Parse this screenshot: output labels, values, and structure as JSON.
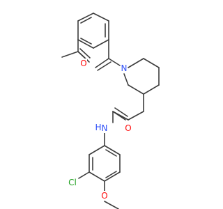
{
  "molecule": {
    "atoms": [
      {
        "id": "o1",
        "label": "O",
        "color": "#ff0d0d"
      },
      {
        "id": "n1",
        "label": "N",
        "color": "#3050f8"
      },
      {
        "id": "o2",
        "label": "O",
        "color": "#ff0d0d"
      },
      {
        "id": "nh",
        "label": "H",
        "color": "#3050f8"
      },
      {
        "id": "n2",
        "label": "N",
        "color": "#3050f8"
      },
      {
        "id": "cl",
        "label": "Cl",
        "color": "#1fa01f"
      },
      {
        "id": "o3",
        "label": "O",
        "color": "#ff0d0d"
      }
    ],
    "bond_color": "#3c3c3c"
  }
}
